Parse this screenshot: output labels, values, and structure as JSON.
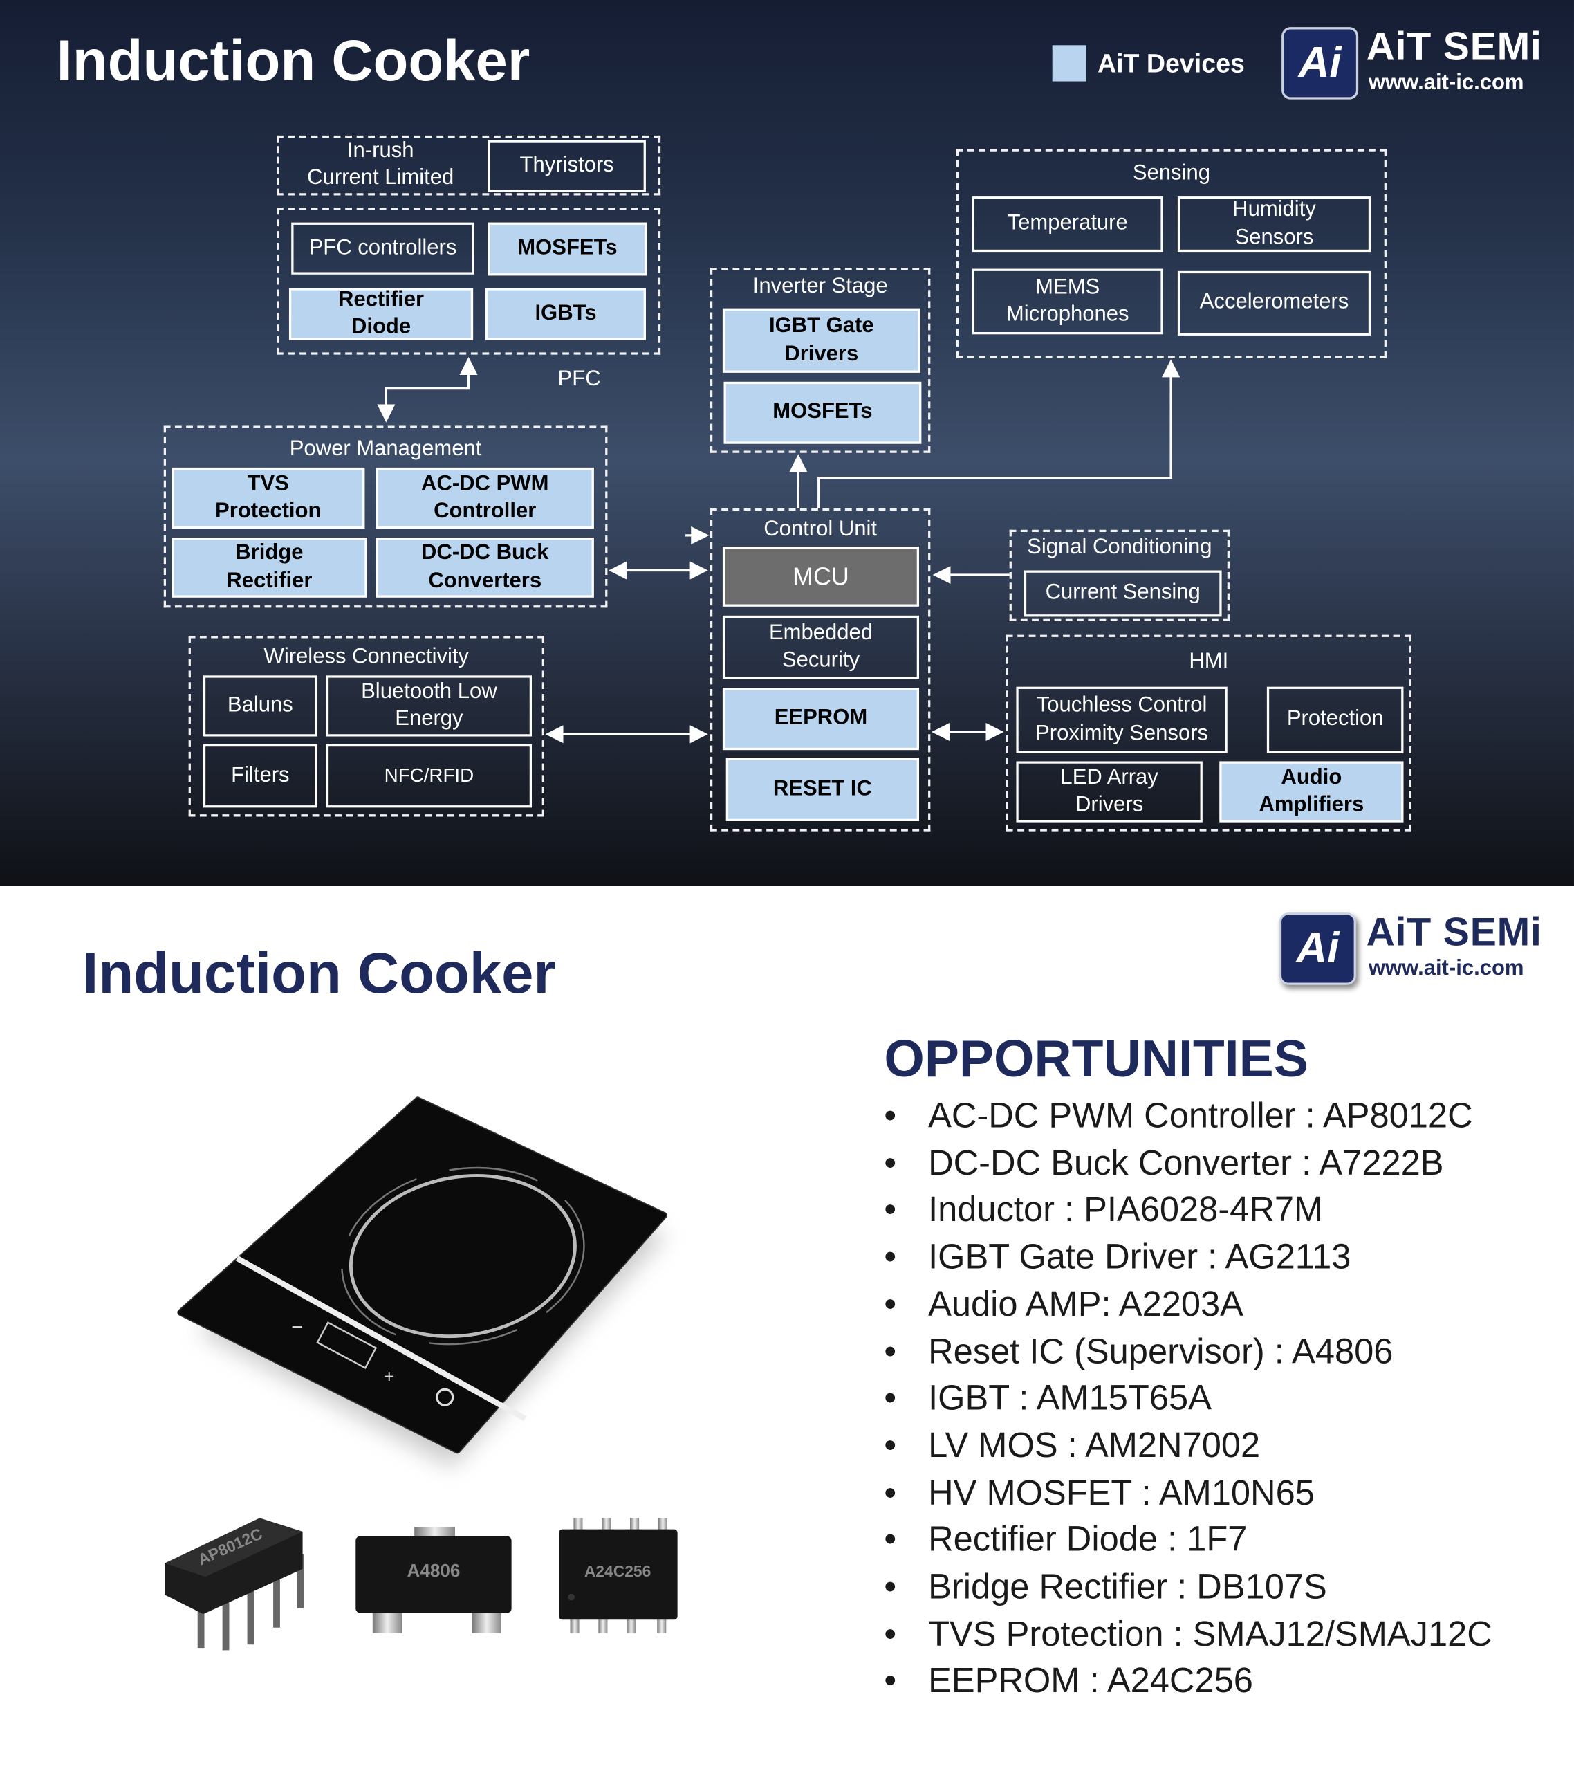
{
  "diagram": {
    "title": "Induction Cooker",
    "legend_label": "AiT Devices",
    "legend_color": "#b9d4ee",
    "logo": {
      "name": "AiT SEMi",
      "url": "www.ait-ic.com",
      "mark": "Ai"
    },
    "pfc_label": "PFC",
    "inrush": {
      "label": "In-rush\nCurrent Limited",
      "items": [
        "Thyristors"
      ]
    },
    "pfc_group": {
      "items": [
        "PFC controllers",
        "MOSFETs",
        "Rectifier\nDiode",
        "IGBTs"
      ]
    },
    "power_management": {
      "title": "Power Management",
      "items": [
        "TVS\nProtection",
        "AC-DC PWM\nController",
        "Bridge\nRectifier",
        "DC-DC Buck\nConverters"
      ]
    },
    "inverter_stage": {
      "title": "Inverter Stage",
      "items": [
        "IGBT Gate\nDrivers",
        "MOSFETs"
      ]
    },
    "sensing": {
      "title": "Sensing",
      "items": [
        "Temperature",
        "Humidity\nSensors",
        "MEMS\nMicrophones",
        "Accelerometers"
      ]
    },
    "control_unit": {
      "title": "Control Unit",
      "items": [
        "MCU",
        "Embedded\nSecurity",
        "EEPROM",
        "RESET IC"
      ]
    },
    "signal_conditioning": {
      "title": "Signal Conditioning",
      "items": [
        "Current Sensing"
      ]
    },
    "hmi": {
      "title": "HMI",
      "items": [
        "Touchless Control\nProximity Sensors",
        "Protection",
        "LED Array\nDrivers",
        "Audio\nAmplifiers"
      ]
    },
    "wireless": {
      "title": "Wireless Connectivity",
      "items": [
        "Baluns",
        "Bluetooth Low\nEnergy",
        "Filters",
        "NFC/RFID"
      ]
    }
  },
  "products": {
    "title": "Induction Cooker",
    "logo": {
      "name": "AiT SEMi",
      "url": "www.ait-ic.com",
      "mark": "Ai"
    },
    "heading": "OPPORTUNITIES",
    "bullet": "•",
    "items": [
      "AC-DC PWM Controller : AP8012C",
      "DC-DC Buck Converter : A7222B",
      "Inductor : PIA6028-4R7M",
      "IGBT Gate Driver : AG2113",
      "Audio AMP: A2203A",
      "Reset IC (Supervisor) : A4806",
      "IGBT : AM15T65A",
      "LV MOS : AM2N7002",
      "HV MOSFET : AM10N65",
      "Rectifier Diode : 1F7",
      "Bridge Rectifier : DB107S",
      "TVS Protection : SMAJ12/SMAJ12C",
      "EEPROM : A24C256"
    ],
    "chips": [
      "AP8012C",
      "A4806",
      "A24C256"
    ]
  }
}
